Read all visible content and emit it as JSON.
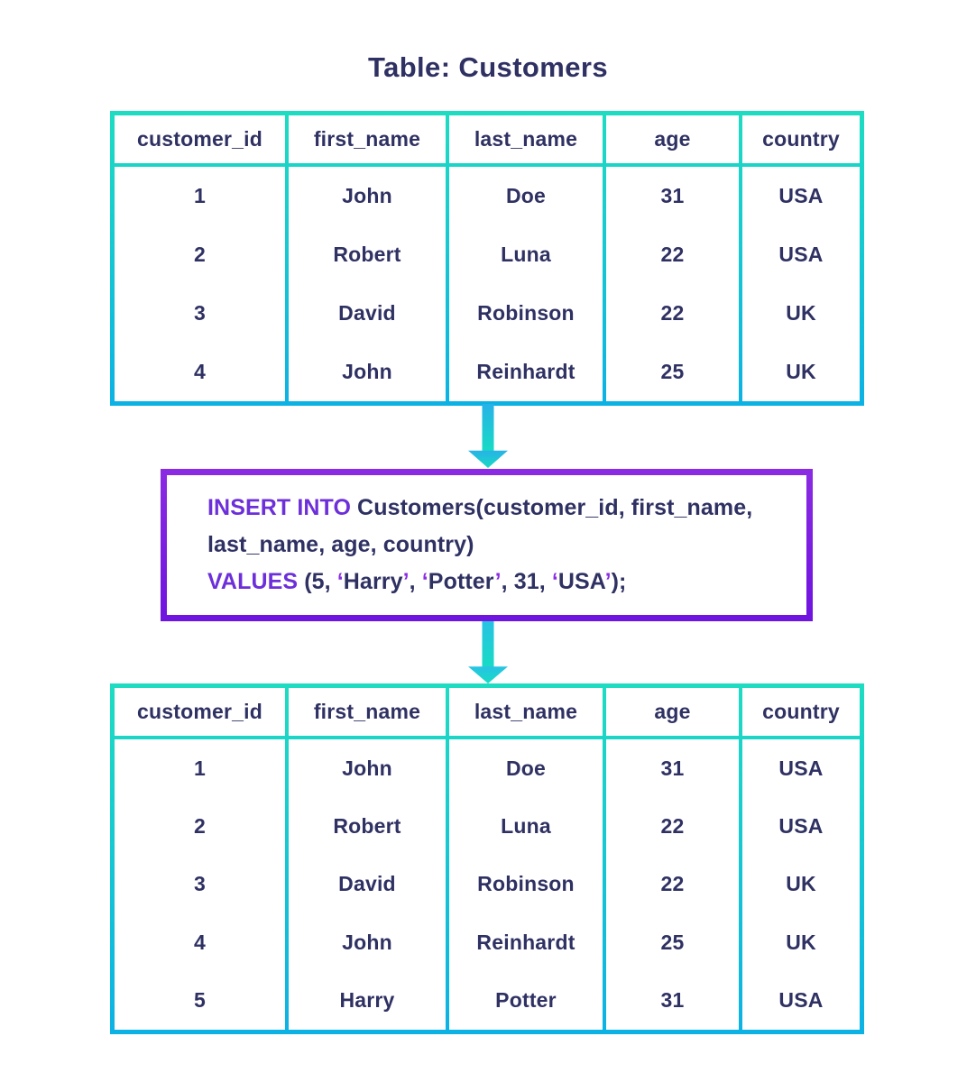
{
  "title": "Table: Customers",
  "colors": {
    "text_navy": "#2f3163",
    "table_border_gradient_top": "#1edcc2",
    "table_border_gradient_bottom": "#0cb2e4",
    "arrow_gradient_top": "#28b2e8",
    "arrow_gradient_bottom": "#16dcc3",
    "sql_border_purple": "#7d20e1",
    "sql_keyword_purple": "#6c2fd9",
    "sql_quote_purple": "#8a2be2"
  },
  "tables": [
    {
      "name": "customers-before-insert",
      "columns": [
        {
          "header": "customer_id",
          "values": [
            "1",
            "2",
            "3",
            "4"
          ]
        },
        {
          "header": "first_name",
          "values": [
            "John",
            "Robert",
            "David",
            "John"
          ]
        },
        {
          "header": "last_name",
          "values": [
            "Doe",
            "Luna",
            "Robinson",
            "Reinhardt"
          ]
        },
        {
          "header": "age",
          "values": [
            "31",
            "22",
            "22",
            "25"
          ]
        },
        {
          "header": "country",
          "values": [
            "USA",
            "USA",
            "UK",
            "UK"
          ]
        }
      ]
    },
    {
      "name": "customers-after-insert",
      "columns": [
        {
          "header": "customer_id",
          "values": [
            "1",
            "2",
            "3",
            "4",
            "5"
          ]
        },
        {
          "header": "first_name",
          "values": [
            "John",
            "Robert",
            "David",
            "John",
            "Harry"
          ]
        },
        {
          "header": "last_name",
          "values": [
            "Doe",
            "Luna",
            "Robinson",
            "Reinhardt",
            "Potter"
          ]
        },
        {
          "header": "age",
          "values": [
            "31",
            "22",
            "22",
            "25",
            "31"
          ]
        },
        {
          "header": "country",
          "values": [
            "USA",
            "USA",
            "UK",
            "UK",
            "USA"
          ]
        }
      ]
    }
  ],
  "sql": {
    "line1": [
      {
        "text": "INSERT INTO",
        "style": "keyword"
      },
      {
        "text": " Customers(customer_id, first_name,",
        "style": "plain"
      }
    ],
    "line2": [
      {
        "text": "last_name, age, country)",
        "style": "plain"
      }
    ],
    "line3": [
      {
        "text": "VALUES",
        "style": "keyword"
      },
      {
        "text": " (5, ",
        "style": "plain"
      },
      {
        "text": "‘",
        "style": "quote"
      },
      {
        "text": "Harry",
        "style": "plain"
      },
      {
        "text": "’",
        "style": "quote"
      },
      {
        "text": ", ",
        "style": "plain"
      },
      {
        "text": "‘",
        "style": "quote"
      },
      {
        "text": "Potter",
        "style": "plain"
      },
      {
        "text": "’",
        "style": "quote"
      },
      {
        "text": ", 31, ",
        "style": "plain"
      },
      {
        "text": "‘",
        "style": "quote"
      },
      {
        "text": "USA",
        "style": "plain"
      },
      {
        "text": "’",
        "style": "quote"
      },
      {
        "text": ");",
        "style": "plain"
      }
    ]
  }
}
